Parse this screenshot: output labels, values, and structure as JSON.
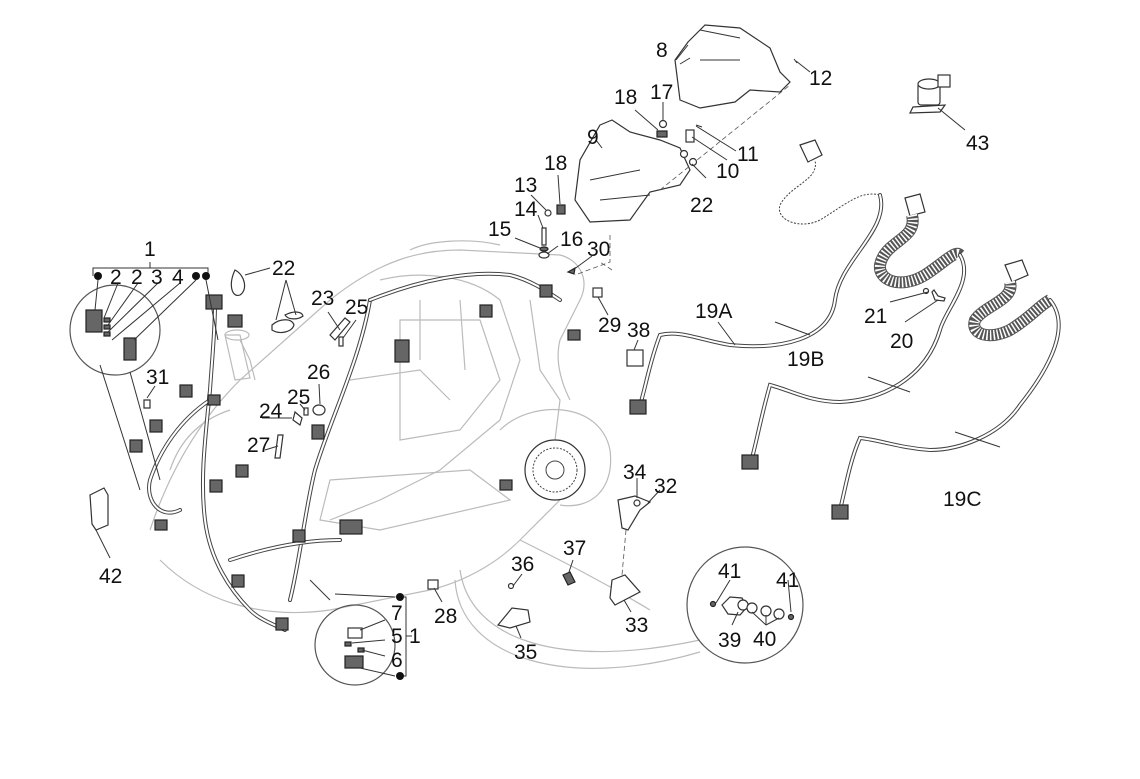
{
  "title": "Wiring harness exploded parts diagram",
  "callouts": [
    {
      "id": "c1",
      "text": "1"
    },
    {
      "id": "c2a",
      "text": "2"
    },
    {
      "id": "c2b",
      "text": "2"
    },
    {
      "id": "c3",
      "text": "3"
    },
    {
      "id": "c4",
      "text": "4"
    },
    {
      "id": "c1b",
      "text": "1"
    },
    {
      "id": "c5",
      "text": "5"
    },
    {
      "id": "c6",
      "text": "6"
    },
    {
      "id": "c7",
      "text": "7"
    },
    {
      "id": "c8",
      "text": "8"
    },
    {
      "id": "c9",
      "text": "9"
    },
    {
      "id": "c10",
      "text": "10"
    },
    {
      "id": "c11",
      "text": "11"
    },
    {
      "id": "c12",
      "text": "12"
    },
    {
      "id": "c13",
      "text": "13"
    },
    {
      "id": "c14",
      "text": "14"
    },
    {
      "id": "c15",
      "text": "15"
    },
    {
      "id": "c16",
      "text": "16"
    },
    {
      "id": "c17",
      "text": "17"
    },
    {
      "id": "c18a",
      "text": "18"
    },
    {
      "id": "c18b",
      "text": "18"
    },
    {
      "id": "c19a",
      "text": "19A"
    },
    {
      "id": "c19b",
      "text": "19B"
    },
    {
      "id": "c19c",
      "text": "19C"
    },
    {
      "id": "c20",
      "text": "20"
    },
    {
      "id": "c21",
      "text": "21"
    },
    {
      "id": "c22a",
      "text": "22"
    },
    {
      "id": "c22b",
      "text": "22"
    },
    {
      "id": "c23",
      "text": "23"
    },
    {
      "id": "c24",
      "text": "24"
    },
    {
      "id": "c25a",
      "text": "25"
    },
    {
      "id": "c25b",
      "text": "25"
    },
    {
      "id": "c26",
      "text": "26"
    },
    {
      "id": "c27",
      "text": "27"
    },
    {
      "id": "c28",
      "text": "28"
    },
    {
      "id": "c29",
      "text": "29"
    },
    {
      "id": "c30",
      "text": "30"
    },
    {
      "id": "c31",
      "text": "31"
    },
    {
      "id": "c32",
      "text": "32"
    },
    {
      "id": "c33",
      "text": "33"
    },
    {
      "id": "c34",
      "text": "34"
    },
    {
      "id": "c35",
      "text": "35"
    },
    {
      "id": "c36",
      "text": "36"
    },
    {
      "id": "c37",
      "text": "37"
    },
    {
      "id": "c38",
      "text": "38"
    },
    {
      "id": "c39",
      "text": "39"
    },
    {
      "id": "c40",
      "text": "40"
    },
    {
      "id": "c41a",
      "text": "41"
    },
    {
      "id": "c41b",
      "text": "41"
    },
    {
      "id": "c42",
      "text": "42"
    },
    {
      "id": "c43",
      "text": "43"
    }
  ]
}
